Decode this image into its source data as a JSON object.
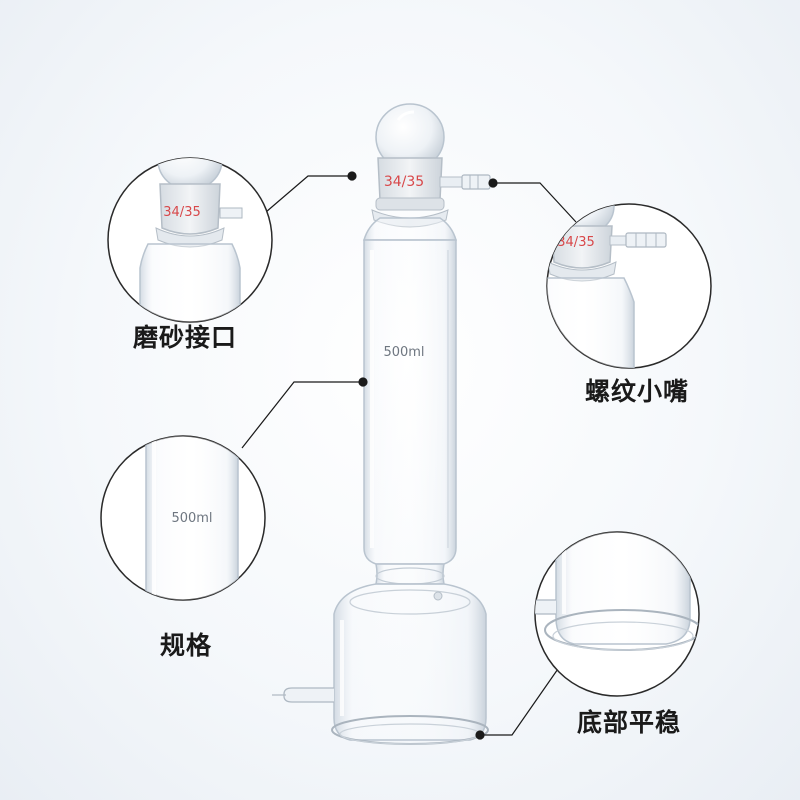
{
  "colors": {
    "glass_edge": "#b9c4cf",
    "glass_fill": "#eef3f8",
    "joint_marking": "#d8484a",
    "leader_line": "#1a1a1a",
    "label_text": "#1a1a1a"
  },
  "apparatus": {
    "joint_marking": "34/35",
    "volume_marking": "500ml"
  },
  "callouts": {
    "ground_joint": {
      "label": "磨砂接口",
      "joint_marking": "34/35"
    },
    "threaded_nozzle": {
      "label": "螺纹小嘴",
      "joint_marking": "34/35"
    },
    "specification": {
      "label": "规格",
      "volume_marking": "500ml"
    },
    "stable_base": {
      "label": "底部平稳"
    }
  }
}
